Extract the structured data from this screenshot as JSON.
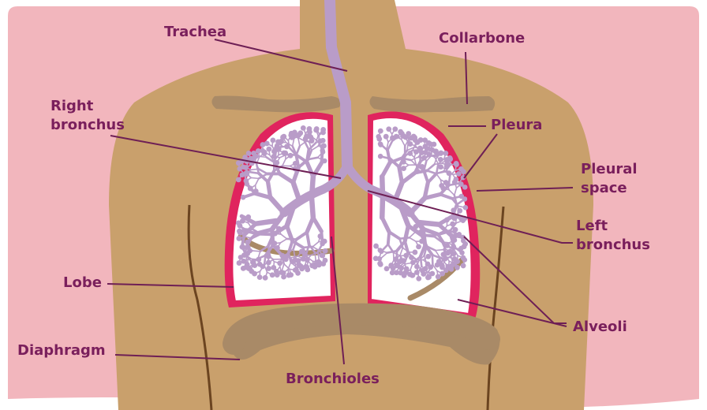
{
  "diagram": {
    "colors": {
      "background": "#f2b6bd",
      "skin": "#c9a06c",
      "bone": "#a98a67",
      "pleura": "#e0245e",
      "airway": "#b99cc8",
      "label": "#7a1f5c",
      "leader": "#6e1f55",
      "body_outline": "#6b4420"
    },
    "labels": {
      "trachea": "Trachea",
      "collarbone": "Collarbone",
      "right_bronchus_line1": "Right",
      "right_bronchus_line2": "bronchus",
      "pleura": "Pleura",
      "pleural_space_line1": "Pleural",
      "pleural_space_line2": "space",
      "left_bronchus_line1": "Left",
      "left_bronchus_line2": "bronchus",
      "lobe": "Lobe",
      "alveoli": "Alveoli",
      "diaphragm": "Diaphragm",
      "bronchioles": "Bronchioles"
    }
  }
}
